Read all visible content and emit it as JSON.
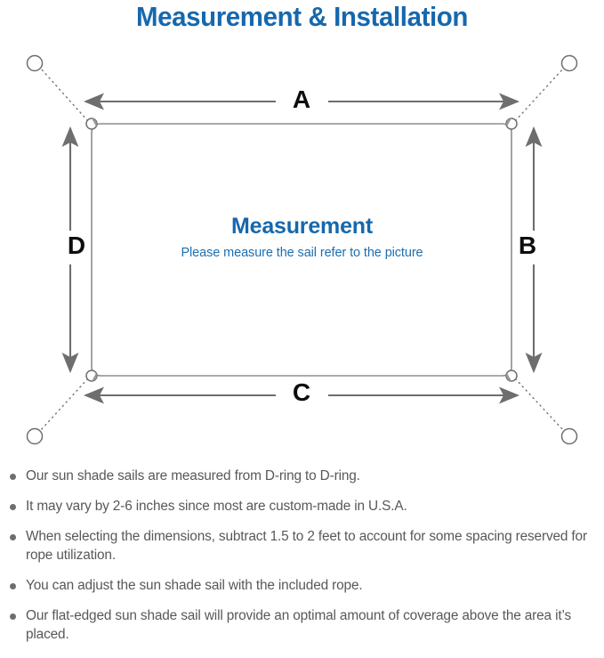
{
  "page": {
    "title": "Measurement & Installation",
    "background_color": "#ffffff",
    "accent_color": "#1668ad",
    "line_color": "#6e6e6e",
    "label_color": "#0d0d0d"
  },
  "diagram": {
    "name": "sun-shade-sail-measurement-diagram",
    "center": {
      "heading": "Measurement",
      "subheading": "Please measure the sail refer to the picture"
    },
    "dimension_labels": {
      "top": "A",
      "right": "B",
      "bottom": "C",
      "left": "D"
    },
    "corners": [
      {
        "name": "top-left",
        "d_ring": true,
        "anchor_ring": true,
        "rope": "dotted"
      },
      {
        "name": "top-right",
        "d_ring": true,
        "anchor_ring": true,
        "rope": "dotted"
      },
      {
        "name": "bottom-left",
        "d_ring": true,
        "anchor_ring": true,
        "rope": "dotted"
      },
      {
        "name": "bottom-right",
        "d_ring": true,
        "anchor_ring": true,
        "rope": "dotted"
      }
    ],
    "arrows": [
      {
        "label": "A",
        "orientation": "horizontal",
        "heads": "both",
        "position": "top"
      },
      {
        "label": "C",
        "orientation": "horizontal",
        "heads": "both",
        "position": "bottom"
      },
      {
        "label": "D",
        "orientation": "vertical",
        "heads": "both",
        "position": "left"
      },
      {
        "label": "B",
        "orientation": "vertical",
        "heads": "both",
        "position": "right"
      }
    ]
  },
  "notes": [
    {
      "text": "Our sun shade sails are measured from D-ring to D-ring."
    },
    {
      "text": "It may vary by 2-6 inches since most are custom-made in U.S.A."
    },
    {
      "text": "When selecting the dimensions, subtract 1.5 to 2 feet to account for some spacing reserved for rope utilization."
    },
    {
      "text": "You can adjust the sun shade sail with the included rope."
    },
    {
      "text": "Our flat-edged sun shade sail will provide an optimal amount of coverage above the area it’s placed."
    }
  ]
}
